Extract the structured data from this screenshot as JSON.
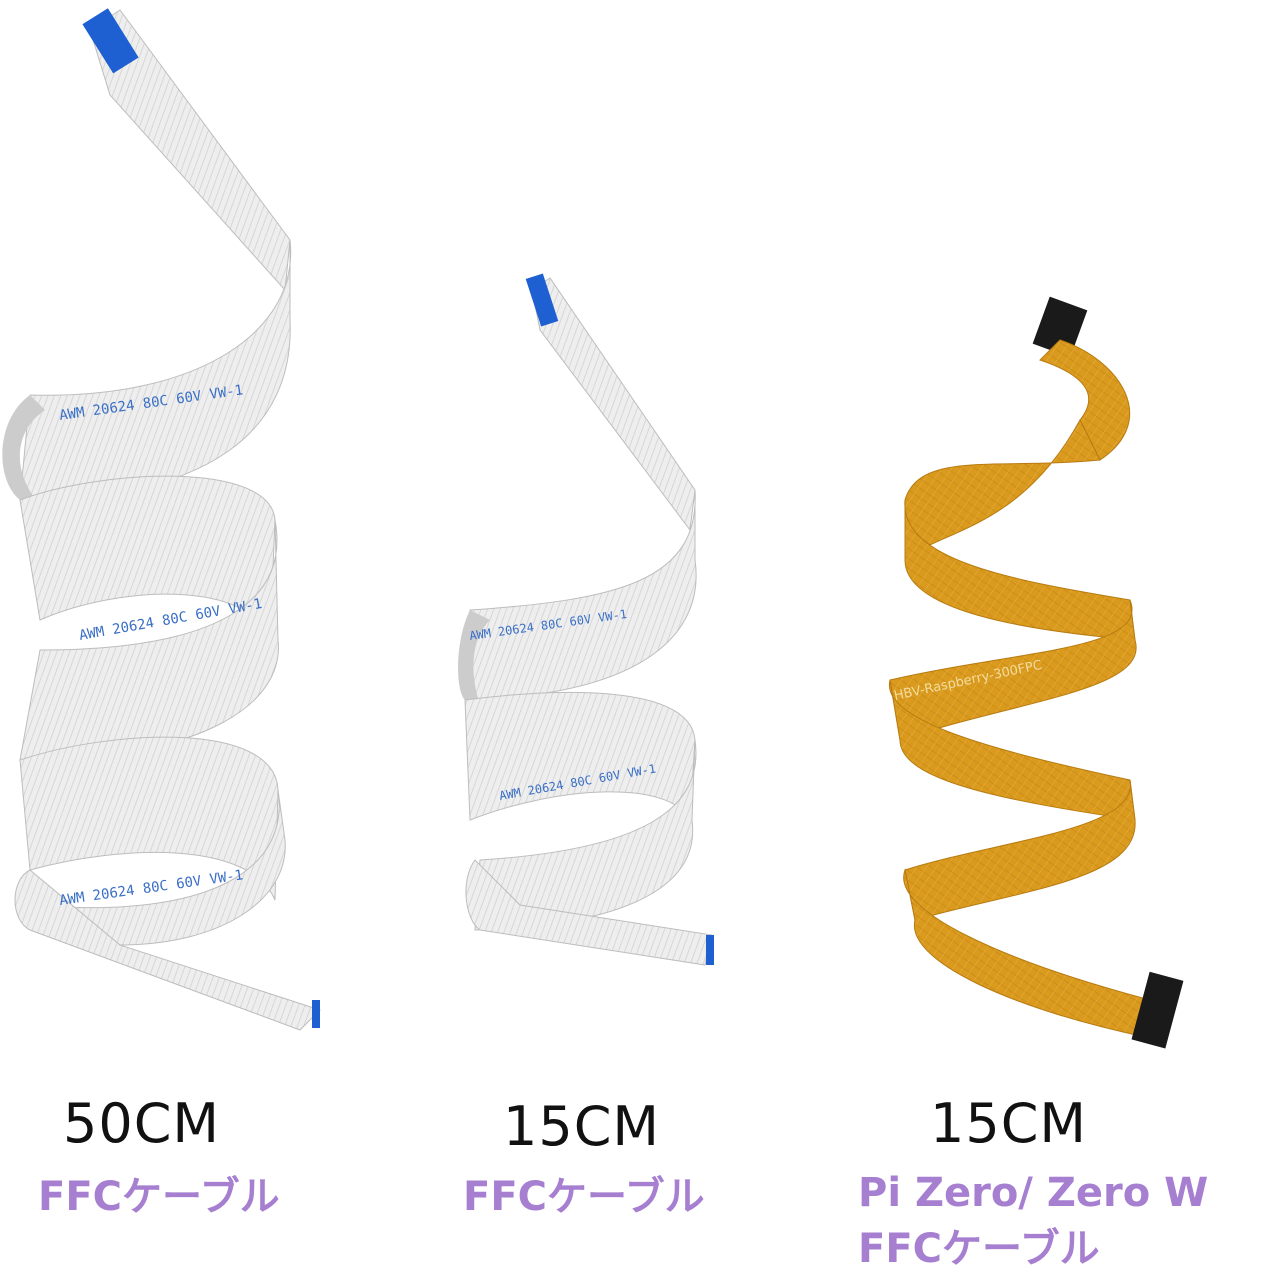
{
  "colors": {
    "label_purple": "#a67fd0",
    "ribbon_white": "#eeeeee",
    "ribbon_shade": "#d4d4d4",
    "connector_blue": "#1e5fd1",
    "ribbon_gold": "#d99a1e",
    "ribbon_gold_dark": "#b87b10",
    "connector_black": "#1a1a1a"
  },
  "products": [
    {
      "length": "50CM",
      "type": "FFCケーブル",
      "print_text": "AWM 20624 80C 60V VW-1"
    },
    {
      "length": "15CM",
      "type": "FFCケーブル",
      "print_text": "AWM 20624 80C 60V VW-1"
    },
    {
      "length": "15CM",
      "type_line1": "Pi Zero/ Zero W",
      "type_line2": "FFCケーブル",
      "print_text": "HBV-Raspberry-300FPC"
    }
  ]
}
